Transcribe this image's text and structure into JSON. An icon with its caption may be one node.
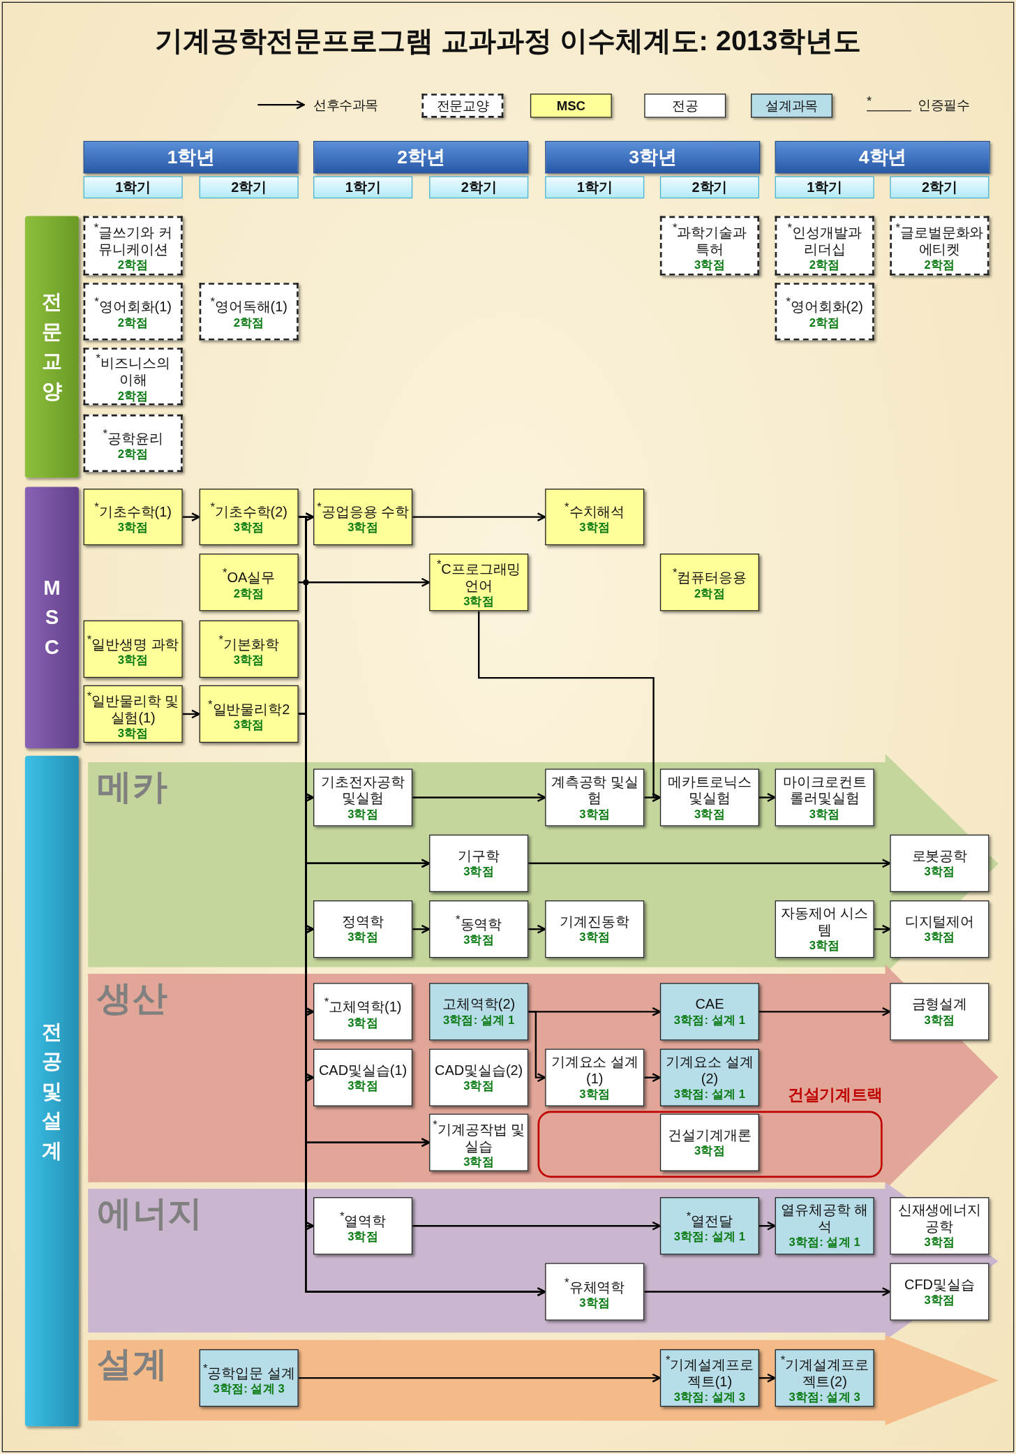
{
  "diagram": {
    "title": "기계공학전문프로그램 교과과정 이수체계도: 2013학년도",
    "nodes": [
      {
        "text": [
          "1학년"
        ]
      },
      {
        "text": [
          "2학년"
        ]
      },
      {
        "text": [
          "3학년"
        ]
      },
      {
        "text": [
          "4학년"
        ]
      },
      {
        "text": [
          "1학기"
        ]
      },
      {
        "text": [
          "2학기"
        ]
      },
      {
        "text": [
          "1학기"
        ]
      },
      {
        "text": [
          "2학기"
        ]
      },
      {
        "text": [
          "1학기"
        ]
      },
      {
        "text": [
          "2학기"
        ]
      },
      {
        "text": [
          "1학기"
        ]
      },
      {
        "text": [
          "2학기"
        ]
      },
      {
        "text": [
          "전문교양"
        ]
      },
      {
        "text": [
          "$^{*}$글쓰기와 커뮤니케이션",
          "2학점"
        ]
      },
      {
        "text": [
          "$^{*}$과학기술과 특허",
          "3학점"
        ]
      },
      {
        "text": [
          "$^{*}$인성개발과 리더십",
          "2학점"
        ]
      },
      {
        "text": [
          "$^{*}$글로벌문화와에티켓",
          "2학점"
        ]
      },
      {
        "text": [
          "$^{*}$영어회화(1)",
          "2학점"
        ]
      },
      {
        "text": [
          "$^{*}$영어독해(1)",
          "2학점"
        ]
      },
      {
        "text": [
          "$^{*}$영어회화(2)",
          "2학점"
        ]
      },
      {
        "text": [
          "$^{*}$비즈니스의 이해",
          "2학점"
        ]
      },
      {
        "text": [
          "$^{*}$공학윤리",
          "2학점"
        ]
      },
      {
        "text": [
          "MSC"
        ]
      },
      {
        "text": [
          "$^{*}$기초수학(1)",
          "3학점"
        ]
      },
      {
        "text": [
          "$^{*}$기초수학(2)",
          "3학점"
        ]
      },
      {
        "text": [
          "$^{*}$공업응용 수학",
          "3학점"
        ]
      },
      {
        "text": [
          "$^{*}$수치해석",
          "3학점"
        ]
      },
      {
        "text": [
          "$^{*}$OA실무",
          "2학점"
        ]
      },
      {
        "text": [
          "$^{*}$C프로그래밍 언어",
          "3학점"
        ]
      },
      {
        "text": [
          "$^{*}$컴퓨터응용",
          "2학점"
        ]
      },
      {
        "text": [
          "$^{*}$일반생명 과학",
          "3학점"
        ]
      },
      {
        "text": [
          "$^{*}$기본화학",
          "3학점"
        ]
      },
      {
        "text": [
          "$^{*}$일반물리학 및실험(1)",
          "3학점"
        ]
      },
      {
        "text": [
          "$^{*}$일반물리학2",
          "3학점"
        ]
      },
      {
        "text": [
          "전공 및 설계"
        ]
      },
      {
        "text": [
          "메카"
        ]
      },
      {
        "text": [
          "기초전자공학 및실험",
          "3학점"
        ],
        "in": 35
      },
      {
        "text": [
          "계측공학 및실험",
          "3학점"
        ],
        "in": 35
      },
      {
        "text": [
          "메카트로닉스 및실험",
          "3학점"
        ],
        "in": 35
      },
      {
        "text": [
          "마이크로컨트롤러및실험",
          "3학점"
        ],
        "in": 35
      },
      {
        "text": [
          "기구학",
          "3학점"
        ],
        "in": 35
      },
      {
        "text": [
          "로봇공학",
          "3학점"
        ],
        "in": 35
      },
      {
        "text": [
          "정역학",
          "3학점"
        ],
        "in": 35
      },
      {
        "text": [
          "$^{*}$동역학",
          "3학점"
        ],
        "in": 35
      },
      {
        "text": [
          "기계진동학",
          "3학점"
        ],
        "in": 35
      },
      {
        "text": [
          "자동제어 시스템",
          "3학점"
        ],
        "in": 35
      },
      {
        "text": [
          "디지털제어",
          "3학점"
        ],
        "in": 35
      },
      {
        "text": [
          "생산"
        ]
      },
      {
        "text": [
          "$^{*}$고체역학(1)",
          "3학점"
        ],
        "in": 47
      },
      {
        "text": [
          "고체역학(2)",
          "3학점: 설계 1"
        ],
        "in": 47
      },
      {
        "text": [
          "CAE",
          "3학점: 설계 1"
        ],
        "in": 47
      },
      {
        "text": [
          "금형설계",
          "3학점"
        ],
        "in": 47
      },
      {
        "text": [
          "CAD및실습(1)",
          "3학점"
        ],
        "in": 47
      },
      {
        "text": [
          "CAD및실습(2)",
          "3학점"
        ],
        "in": 47
      },
      {
        "text": [
          "기계요소 설계(1)",
          "3학점"
        ],
        "in": 47
      },
      {
        "text": [
          "기계요소 설계(2)",
          "3학점: 설계 1"
        ],
        "in": 47
      },
      {
        "text": [
          "$^{*}$기계공작법 및실습",
          "3학점"
        ],
        "in": 47
      },
      {
        "text": [
          "건설기계트랙"
        ],
        "in": 47
      },
      {
        "text": [
          "건설기계개론",
          "3학점"
        ],
        "in": 57
      },
      {
        "text": [
          "에너지"
        ]
      },
      {
        "text": [
          "$^{*}$열역학",
          "3학점"
        ],
        "in": 59
      },
      {
        "text": [
          "$^{*}$열전달",
          "3학점: 설계 1"
        ],
        "in": 59
      },
      {
        "text": [
          "열유체공학 해석",
          "3학점: 설계 1"
        ],
        "in": 59
      },
      {
        "text": [
          "신재생에너지 공학",
          "3학점"
        ],
        "in": 59
      },
      {
        "text": [
          "$^{*}$유체역학",
          "3학점"
        ],
        "in": 59
      },
      {
        "text": [
          "CFD및실습",
          "3학점"
        ],
        "in": 59
      },
      {
        "text": [
          "설계"
        ]
      },
      {
        "text": [
          "$^{*}$공학입문 설계",
          "3학점: 설계 3"
        ],
        "in": 66
      },
      {
        "text": [
          "$^{*}$기계설계프로젝트(1)",
          "3학점: 설계 3"
        ],
        "in": 66
      },
      {
        "text": [
          "$^{*}$기계설계프로젝트(2)",
          "3학점: 설계 3"
        ],
        "in": 66
      }
    ],
    "edges": [
      {
        "from": 23,
        "to": 24,
        "arrow": "to"
      },
      {
        "from": 24,
        "to": 25,
        "arrow": "to"
      },
      {
        "from": 25,
        "to": 26,
        "arrow": "to"
      },
      {
        "from": 27,
        "to": 28,
        "arrow": "to"
      },
      {
        "from": 32,
        "to": 33,
        "arrow": "to"
      },
      {
        "from": 24,
        "to": 36,
        "arrow": "to"
      },
      {
        "from": 24,
        "to": 40,
        "arrow": "to"
      },
      {
        "from": 24,
        "to": 42,
        "arrow": "to"
      },
      {
        "from": 24,
        "to": 48,
        "arrow": "to"
      },
      {
        "from": 24,
        "to": 52,
        "arrow": "to"
      },
      {
        "from": 24,
        "to": 56,
        "arrow": "to"
      },
      {
        "from": 24,
        "to": 60,
        "arrow": "to"
      },
      {
        "from": 24,
        "to": 64,
        "arrow": "to"
      },
      {
        "from": 33,
        "to": 25,
        "arrow": "to"
      },
      {
        "from": 33,
        "to": 36,
        "arrow": "to"
      },
      {
        "from": 33,
        "to": 40,
        "arrow": "to"
      },
      {
        "from": 33,
        "to": 42,
        "arrow": "to"
      },
      {
        "from": 33,
        "to": 48,
        "arrow": "to"
      },
      {
        "from": 33,
        "to": 52,
        "arrow": "to"
      },
      {
        "from": 33,
        "to": 56,
        "arrow": "to"
      },
      {
        "from": 33,
        "to": 60,
        "arrow": "to"
      },
      {
        "from": 33,
        "to": 64,
        "arrow": "to"
      },
      {
        "from": 28,
        "to": 38,
        "arrow": "to"
      },
      {
        "from": 36,
        "to": 37,
        "arrow": "to"
      },
      {
        "from": 37,
        "to": 38,
        "arrow": "to"
      },
      {
        "from": 38,
        "to": 39,
        "arrow": "to"
      },
      {
        "from": 40,
        "to": 41,
        "arrow": "to"
      },
      {
        "from": 42,
        "to": 43,
        "arrow": "to"
      },
      {
        "from": 43,
        "to": 44,
        "arrow": "to"
      },
      {
        "from": 45,
        "to": 46,
        "arrow": "to"
      },
      {
        "from": 49,
        "to": 50,
        "arrow": "to"
      },
      {
        "from": 49,
        "to": 54,
        "arrow": "to"
      },
      {
        "from": 50,
        "to": 51,
        "arrow": "to"
      },
      {
        "from": 54,
        "to": 55,
        "arrow": "to"
      },
      {
        "from": 60,
        "to": 61,
        "arrow": "to"
      },
      {
        "from": 61,
        "to": 62,
        "arrow": "to"
      },
      {
        "from": 64,
        "to": 65,
        "arrow": "to"
      },
      {
        "from": 67,
        "to": 68,
        "arrow": "to"
      },
      {
        "from": 68,
        "to": 69,
        "arrow": "to"
      }
    ],
    "labels": [
      "*"
    ],
    "legend": [
      {
        "text": "선후수과목"
      },
      {
        "text": "전문교양"
      },
      {
        "text": "MSC",
        "color": "#ffff99"
      },
      {
        "text": "전공",
        "color": "#ffffff"
      },
      {
        "text": "설계과목",
        "color": "#b7dde8"
      },
      {
        "text": "인증필수"
      }
    ]
  }
}
